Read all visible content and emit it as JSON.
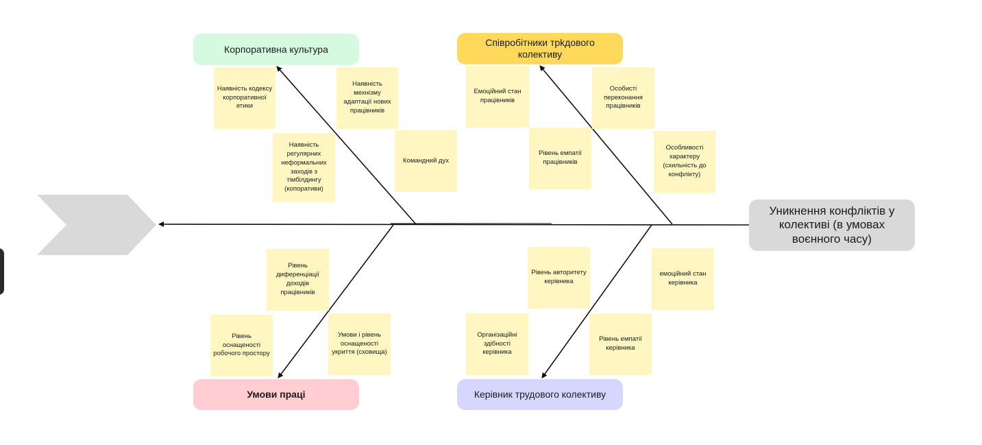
{
  "effect": {
    "label": "Уникнення конфліктів у колективі (в умовах воєнного часу)"
  },
  "categories": {
    "culture": "Корпоративна культура",
    "staff": "Співробітники трkдового колективу",
    "work": "Умови праці",
    "leader": "Керівник трудового колективу"
  },
  "notes": {
    "culture_1": "Наявність кодексу корпоративної етики",
    "culture_2": "Наявність мехнізму адаптації нових працівників",
    "culture_3": "Наявність регулярних неформальних заходів з тімбілдингу (копоративи)",
    "culture_4": "Командний дух",
    "staff_1": "Емоційний стан працівників",
    "staff_2": "Особисті переконання працівників",
    "staff_3": "Рівень емпатії працівників",
    "staff_4": "Особливості характеру (схильність до конфлікту)",
    "work_1": "Рівень диференціації доходів працівників",
    "work_2": "Рівень оснащеності робочого простору",
    "work_3": "Умови і рівень оснащеності укриття (сховища)",
    "leader_1": "Рівень авторитету керівника",
    "leader_2": "емоційний стан керівника",
    "leader_3": "Організаційні здібності керівника",
    "leader_4": "Рівень емпатії керівника"
  },
  "colors": {
    "culture": "#d6fadf",
    "staff": "#ffd95a",
    "work": "#ffcdd2",
    "leader": "#d5d7ff",
    "head": "#d9d9d9",
    "note": "#fff6c2",
    "tail": "#d9d9d9"
  }
}
